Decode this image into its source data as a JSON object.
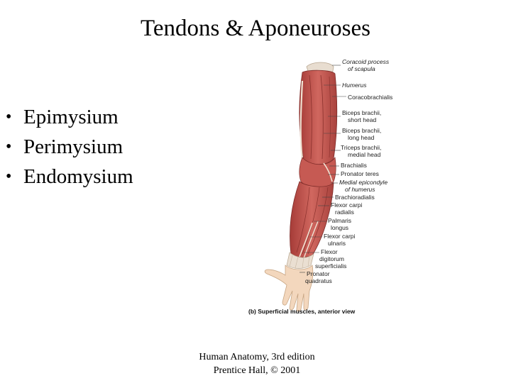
{
  "slide": {
    "title": "Tendons & Aponeuroses",
    "bullets": [
      "Epimysium",
      "Perimysium",
      "Endomysium"
    ]
  },
  "figure": {
    "labels": {
      "coracoid": [
        "Coracoid process",
        "of scapula"
      ],
      "humerus": [
        "Humerus"
      ],
      "coracobrachialis": [
        "Coracobrachialis"
      ],
      "biceps_short": [
        "Biceps brachii,",
        "short head"
      ],
      "biceps_long": [
        "Biceps brachii,",
        "long head"
      ],
      "triceps": [
        "Triceps brachii,",
        "medial head"
      ],
      "brachialis": [
        "Brachialis"
      ],
      "pronator_teres": [
        "Pronator teres"
      ],
      "epicondyle": [
        "Medial epicondyle",
        "of humerus"
      ],
      "brachioradialis": [
        "Brachioradialis"
      ],
      "fcr": [
        "Flexor carpi",
        "radialis"
      ],
      "palmaris": [
        "Palmaris",
        "longus"
      ],
      "fcu": [
        "Flexor carpi",
        "ulnaris"
      ],
      "fds": [
        "Flexor",
        "digitorum",
        "superficialis"
      ],
      "pq": [
        "Pronator",
        "quadratus"
      ]
    },
    "caption": "(b) Superficial muscles, anterior view"
  },
  "citation": {
    "line1": "Human Anatomy, 3rd edition",
    "line2": "Prentice Hall, © 2001"
  },
  "colors": {
    "muscle": "#c0504d",
    "muscle_light": "#d9827a",
    "tendon": "#e8ddd0",
    "skin": "#f3d7bd",
    "leader": "#444444"
  }
}
